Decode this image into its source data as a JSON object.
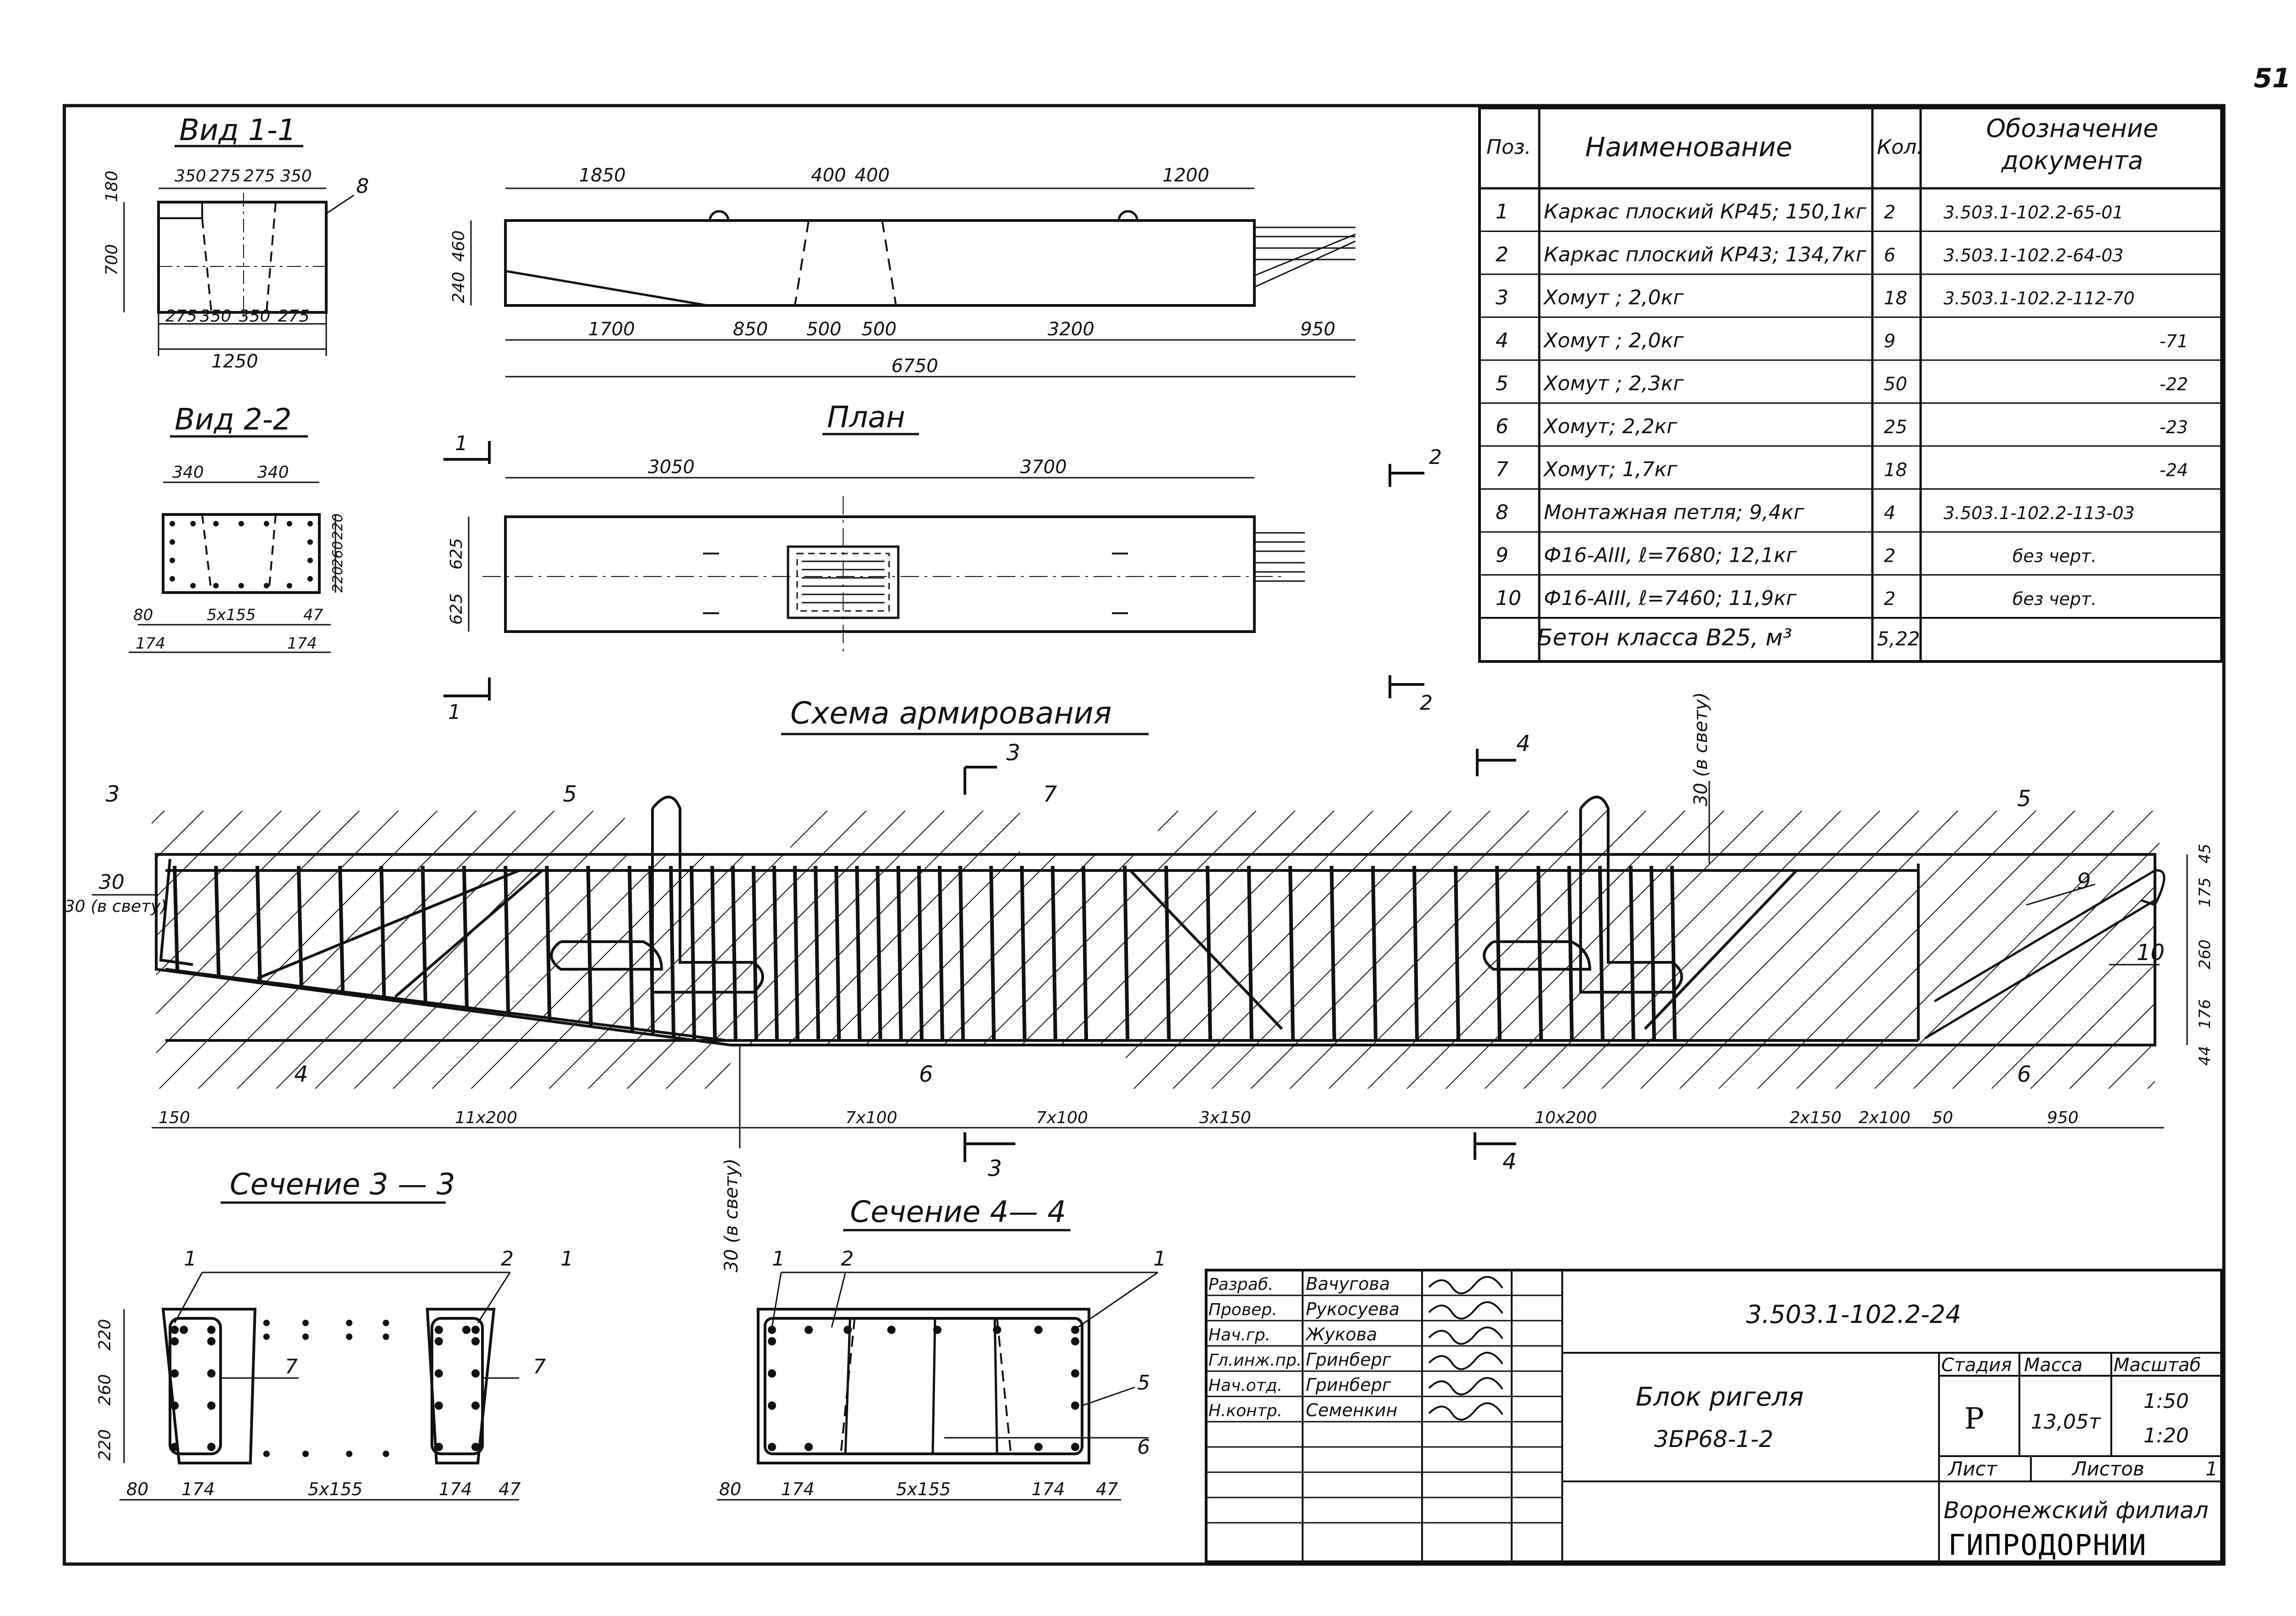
{
  "page_number": "51",
  "views": {
    "view_1_1": {
      "title": "Вид 1-1",
      "top_dims": [
        "350",
        "275",
        "275",
        "350"
      ],
      "left_dims": [
        "180",
        "700"
      ],
      "bottom_dims": [
        "275",
        "350",
        "350",
        "275"
      ],
      "total": "1250",
      "callout": "8"
    },
    "view_2_2": {
      "title": "Вид 2-2",
      "top_dims": [
        "340",
        "340"
      ],
      "right_dims": [
        "220",
        "260",
        "220"
      ],
      "bottom_dims": [
        "80",
        "5x155",
        "47"
      ],
      "bottom_dims_2": [
        "174",
        "174"
      ]
    },
    "elevation": {
      "top_dims": [
        "1850",
        "400",
        "400",
        "1200"
      ],
      "left_dims": [
        "240",
        "460"
      ],
      "bottom_dims": [
        "1700",
        "850",
        "500",
        "500",
        "3200",
        "950"
      ],
      "total": "6750"
    },
    "plan": {
      "title": "План",
      "top_dims": [
        "3050",
        "3700"
      ],
      "left_dims": [
        "625",
        "625"
      ],
      "section_marks": [
        "1",
        "1",
        "2",
        "2"
      ]
    },
    "reinforcement": {
      "title": "Схема армирования",
      "pos_labels": [
        "3",
        "5",
        "7",
        "5",
        "9",
        "10",
        "4",
        "6",
        "6"
      ],
      "section_marks": [
        "3",
        "3",
        "4",
        "4"
      ],
      "clear_notes": [
        "30 (в свету)",
        "30 (в свету)",
        "30 (в свету)"
      ],
      "left_note": "30",
      "right_dims": [
        "45",
        "175",
        "260",
        "176",
        "44"
      ],
      "bottom_dims": [
        "150",
        "11x200",
        "7x100",
        "7x100",
        "3x150",
        "10x200",
        "2x150",
        "2x100",
        "50",
        "950"
      ]
    },
    "section_3_3": {
      "title": "Сечение 3 — 3",
      "pos_labels": [
        "1",
        "2",
        "1",
        "7",
        "7"
      ],
      "left_dims": [
        "220",
        "260",
        "220"
      ],
      "bottom_dims": [
        "80",
        "174",
        "5x155",
        "174",
        "47"
      ]
    },
    "section_4_4": {
      "title": "Сечение 4— 4",
      "pos_labels": [
        "1",
        "2",
        "1",
        "5",
        "6"
      ],
      "bottom_dims": [
        "80",
        "174",
        "5x155",
        "174",
        "47"
      ]
    }
  },
  "spec_table": {
    "headers": {
      "pos": "Поз.",
      "name": "Наименование",
      "qty": "Кол.",
      "doc": "Обозначение документа"
    },
    "rows": [
      {
        "pos": "1",
        "name": "Каркас плоский КР45; 150,1кг",
        "qty": "2",
        "doc": "3.503.1-102.2-65-01"
      },
      {
        "pos": "2",
        "name": "Каркас плоский КР43; 134,7кг",
        "qty": "6",
        "doc": "3.503.1-102.2-64-03"
      },
      {
        "pos": "3",
        "name": "Хомут ;      2,0кг",
        "qty": "18",
        "doc": "3.503.1-102.2-112-70"
      },
      {
        "pos": "4",
        "name": "Хомут ;      2,0кг",
        "qty": "9",
        "doc": "-71"
      },
      {
        "pos": "5",
        "name": "Хомут ;      2,3кг",
        "qty": "50",
        "doc": "-22"
      },
      {
        "pos": "6",
        "name": "Хомут;       2,2кг",
        "qty": "25",
        "doc": "-23"
      },
      {
        "pos": "7",
        "name": "Хомут;       1,7кг",
        "qty": "18",
        "doc": "-24"
      },
      {
        "pos": "8",
        "name": "Монтажная петля; 9,4кг",
        "qty": "4",
        "doc": "3.503.1-102.2-113-03"
      },
      {
        "pos": "9",
        "name": "Ф16-АIII, ℓ=7680; 12,1кг",
        "qty": "2",
        "doc": "без черт."
      },
      {
        "pos": "10",
        "name": "Ф16-АIII, ℓ=7460; 11,9кг",
        "qty": "2",
        "doc": "без черт."
      }
    ],
    "concrete": {
      "name": "Бетон класса В25, м³",
      "qty": "5,22"
    }
  },
  "title_block": {
    "roles": [
      "Разраб.",
      "Провер.",
      "Нач.гр.",
      "Гл.инж.пр.",
      "Нач.отд.",
      "Н.контр."
    ],
    "names": [
      "Вачугова",
      "Рукосуева",
      "Жукова",
      "Гринберг",
      "Гринберг",
      "Семенкин"
    ],
    "doc_code": "3.503.1-102.2-24",
    "title_line_1": "Блок ригеля",
    "title_line_2": "3БР68-1-2",
    "stage_label": "Стадия",
    "mass_label": "Масса",
    "scale_label": "Масштаб",
    "stage": "Р",
    "mass": "13,05т",
    "scale_1": "1:50",
    "scale_2": "1:20",
    "sheet_label": "Лист",
    "sheets_label": "Листов",
    "sheets_value": "1",
    "org_1": "Воронежский филиал",
    "org_2": "ГИПРОДОРНИИ"
  }
}
